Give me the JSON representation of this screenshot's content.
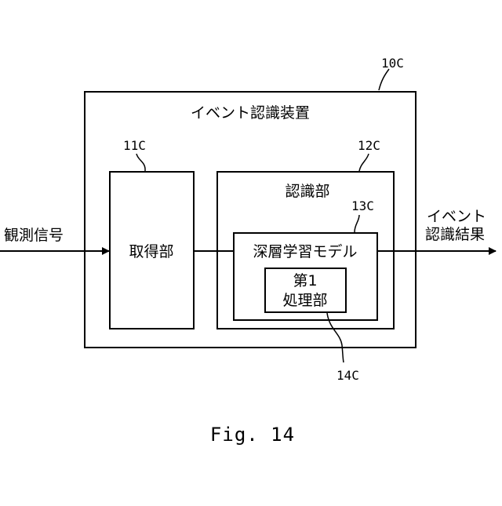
{
  "figure_label": "Fig. 14",
  "outer_box": {
    "title": "イベント認識装置",
    "ref": "10C"
  },
  "acquisition_unit": {
    "label": "取得部",
    "ref": "11C"
  },
  "recognition_unit": {
    "label": "認識部",
    "ref": "12C"
  },
  "deep_learning_model": {
    "label": "深層学習モデル",
    "ref": "13C"
  },
  "first_processing_unit": {
    "label_line1": "第1",
    "label_line2": "処理部",
    "ref": "14C"
  },
  "input_signal": {
    "label": "観測信号"
  },
  "output_result": {
    "label_line1": "イベント",
    "label_line2": "認識結果"
  }
}
